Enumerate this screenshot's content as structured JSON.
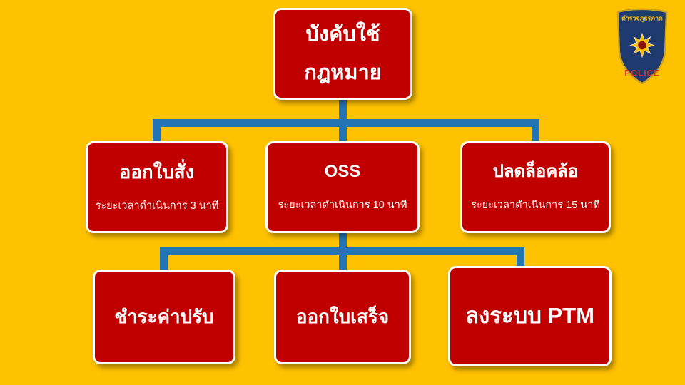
{
  "colors": {
    "background": "#FFC200",
    "node_fill": "#C00000",
    "node_border": "#FFFFFF",
    "node_text": "#FFFFFF",
    "connector": "#2374B5",
    "badge_navy": "#1E3A6E",
    "badge_gold": "#FFC000",
    "badge_police_red": "#D93025"
  },
  "chart": {
    "root": {
      "title_line1": "บังคับใช้",
      "title_line2": "กฎหมาย"
    },
    "level2": [
      {
        "title": "ออกใบสั่ง",
        "subtitle": "ระยะเวลาดำเนินการ 3 นาที"
      },
      {
        "title": "OSS",
        "subtitle": "ระยะเวลาดำเนินการ 10 นาที"
      },
      {
        "title": "ปลดล็อคล้อ",
        "subtitle": "ระยะเวลาดำเนินการ 15 นาที"
      }
    ],
    "level3": [
      {
        "title": "ชำระค่าปรับ"
      },
      {
        "title": "ออกใบเสร็จ"
      },
      {
        "title": "ลงระบบ PTM"
      }
    ]
  },
  "badge": {
    "top_text": "ตำรวจภูธรภาค",
    "bottom_text": "POLICE"
  }
}
